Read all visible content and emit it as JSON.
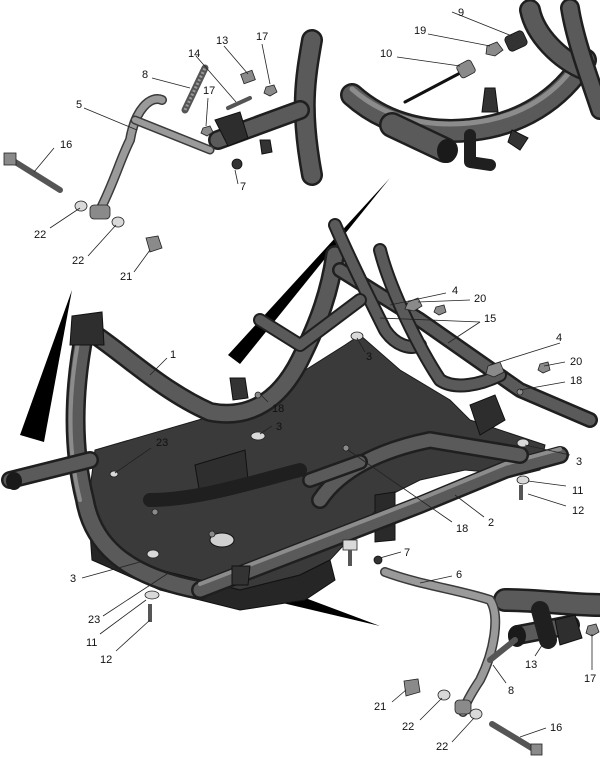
{
  "callouts": {
    "c1": "1",
    "c2": "2",
    "c3a": "3",
    "c3b": "3",
    "c3c": "3",
    "c3d": "3",
    "c4a": "4",
    "c4b": "4",
    "c5": "5",
    "c6": "6",
    "c7a": "7",
    "c7b": "7",
    "c8a": "8",
    "c8b": "8",
    "c9": "9",
    "c10": "10",
    "c11a": "11",
    "c11b": "11",
    "c12a": "12",
    "c12b": "12",
    "c13a": "13",
    "c13b": "13",
    "c14": "14",
    "c15": "15",
    "c16a": "16",
    "c16b": "16",
    "c17a": "17",
    "c17b": "17",
    "c17c": "17",
    "c18a": "18",
    "c18b": "18",
    "c18c": "18",
    "c19": "19",
    "c20a": "20",
    "c20b": "20",
    "c21a": "21",
    "c21b": "21",
    "c22a": "22",
    "c22b": "22",
    "c22c": "22",
    "c22d": "22",
    "c23a": "23",
    "c23b": "23"
  }
}
